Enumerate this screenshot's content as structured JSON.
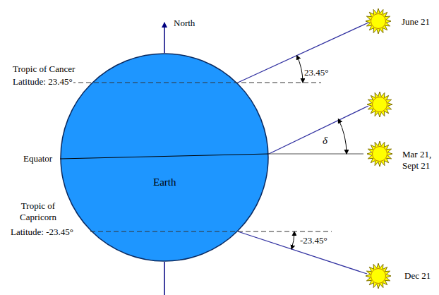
{
  "diagram": {
    "nodes": [
      {
        "text": [
          "Earth"
        ]
      }
    ],
    "labels": [
      "North",
      "June 21",
      "Tropic of Cancer",
      "Latitude: 23.45°",
      "23.45°",
      "δ",
      "Equator",
      "Mar 21, Sept 21",
      "Tropic of Capricorn",
      "Latitude: -23.45°",
      "-23.45°",
      "Dec 21"
    ]
  }
}
